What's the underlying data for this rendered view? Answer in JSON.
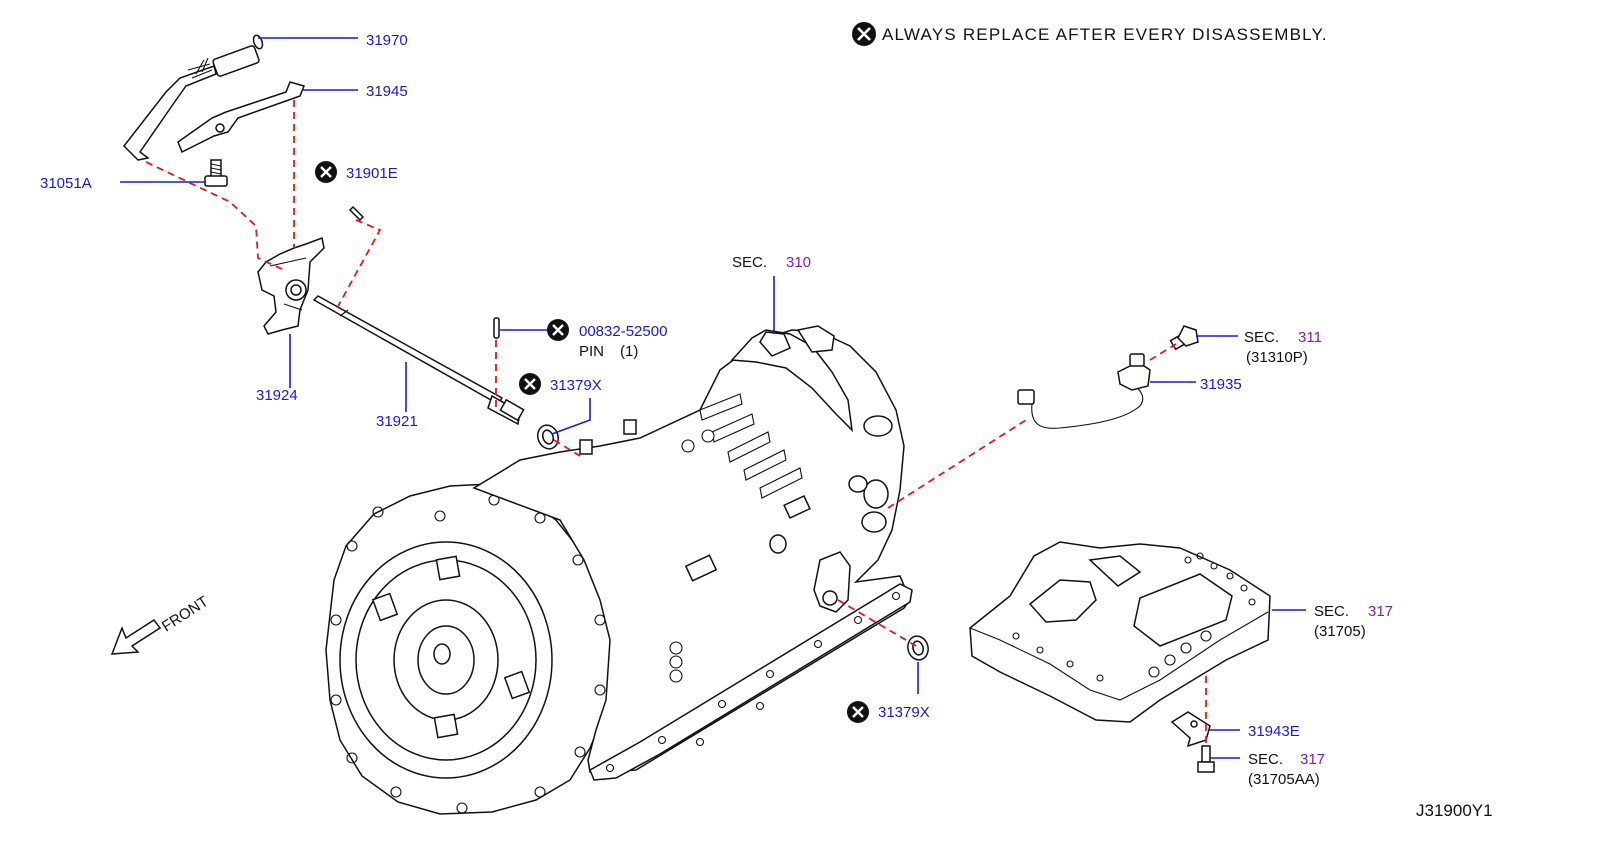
{
  "diagram_code": "J31900Y1",
  "note": {
    "text": "ALWAYS REPLACE AFTER EVERY DISASSEMBLY.",
    "icon": "replace-x-icon"
  },
  "front_label": "FRONT",
  "colors": {
    "part_number": "#1a1ad0",
    "section_number": "#7a1fc4",
    "dashed_line": "#e01a1a",
    "outline": "#111111"
  },
  "parts": [
    {
      "id": "31970",
      "label": "31970"
    },
    {
      "id": "31945",
      "label": "31945"
    },
    {
      "id": "31051A",
      "label": "31051A"
    },
    {
      "id": "31901E",
      "label": "31901E",
      "replace": true
    },
    {
      "id": "31924",
      "label": "31924"
    },
    {
      "id": "31921",
      "label": "31921"
    },
    {
      "id": "00832-52500",
      "label": "00832-52500",
      "sublabel": "PIN",
      "qty": "(1)",
      "replace": true
    },
    {
      "id": "31379X-a",
      "label": "31379X",
      "replace": true
    },
    {
      "id": "31379X-b",
      "label": "31379X",
      "replace": true
    },
    {
      "id": "31935",
      "label": "31935"
    },
    {
      "id": "31943E",
      "label": "31943E"
    }
  ],
  "sections": [
    {
      "id": "sec-310",
      "prefix": "SEC.",
      "number": "310",
      "ref": ""
    },
    {
      "id": "sec-311",
      "prefix": "SEC.",
      "number": "311",
      "ref": "(31310P)"
    },
    {
      "id": "sec-317-a",
      "prefix": "SEC.",
      "number": "317",
      "ref": "(31705)"
    },
    {
      "id": "sec-317-b",
      "prefix": "SEC.",
      "number": "317",
      "ref": "(31705AA)"
    }
  ]
}
